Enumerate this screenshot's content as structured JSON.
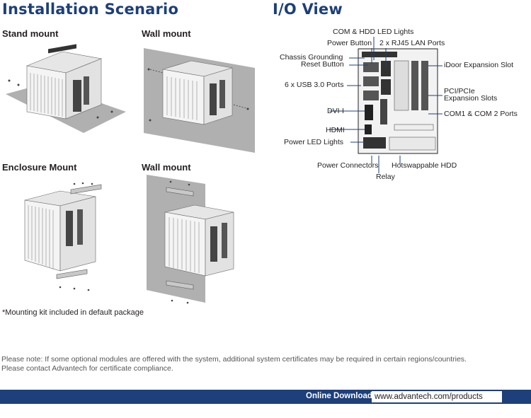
{
  "headings": {
    "installation": "Installation Scenario",
    "io_view": "I/O View"
  },
  "scenarios": {
    "stand_mount": "Stand mount",
    "wall_mount_1": "Wall mount",
    "enclosure_mount": "Enclosure Mount",
    "wall_mount_2": "Wall mount"
  },
  "kit_note": "*Mounting kit included in default package",
  "io_labels": {
    "com_hdd_led": "COM & HDD LED Lights",
    "power_button": "Power Button",
    "rj45": "2 x RJ45 LAN Ports",
    "chassis_grounding": "Chassis Grounding",
    "reset_button": "Reset Button",
    "idoor": "iDoor Expansion Slot",
    "usb": "6 x USB 3.0 Ports",
    "pci_line1": "PCI/PCIe",
    "pci_line2": "Expansion Slots",
    "dvi": "DVI-I",
    "com12": "COM1 & COM 2 Ports",
    "hdmi": "HDMI",
    "power_led": "Power LED Lights",
    "power_connectors": "Power Connectors",
    "hdd": "Hotswappable HDD",
    "relay": "Relay"
  },
  "notice": {
    "line1": "Please note: If some optional modules are offered with the system, additional system certificates may be required in certain regions/countries.",
    "line2": "Please contact Advantech for certificate compliance."
  },
  "footer": {
    "label": "Online Download",
    "url": "www.advantech.com/products"
  }
}
